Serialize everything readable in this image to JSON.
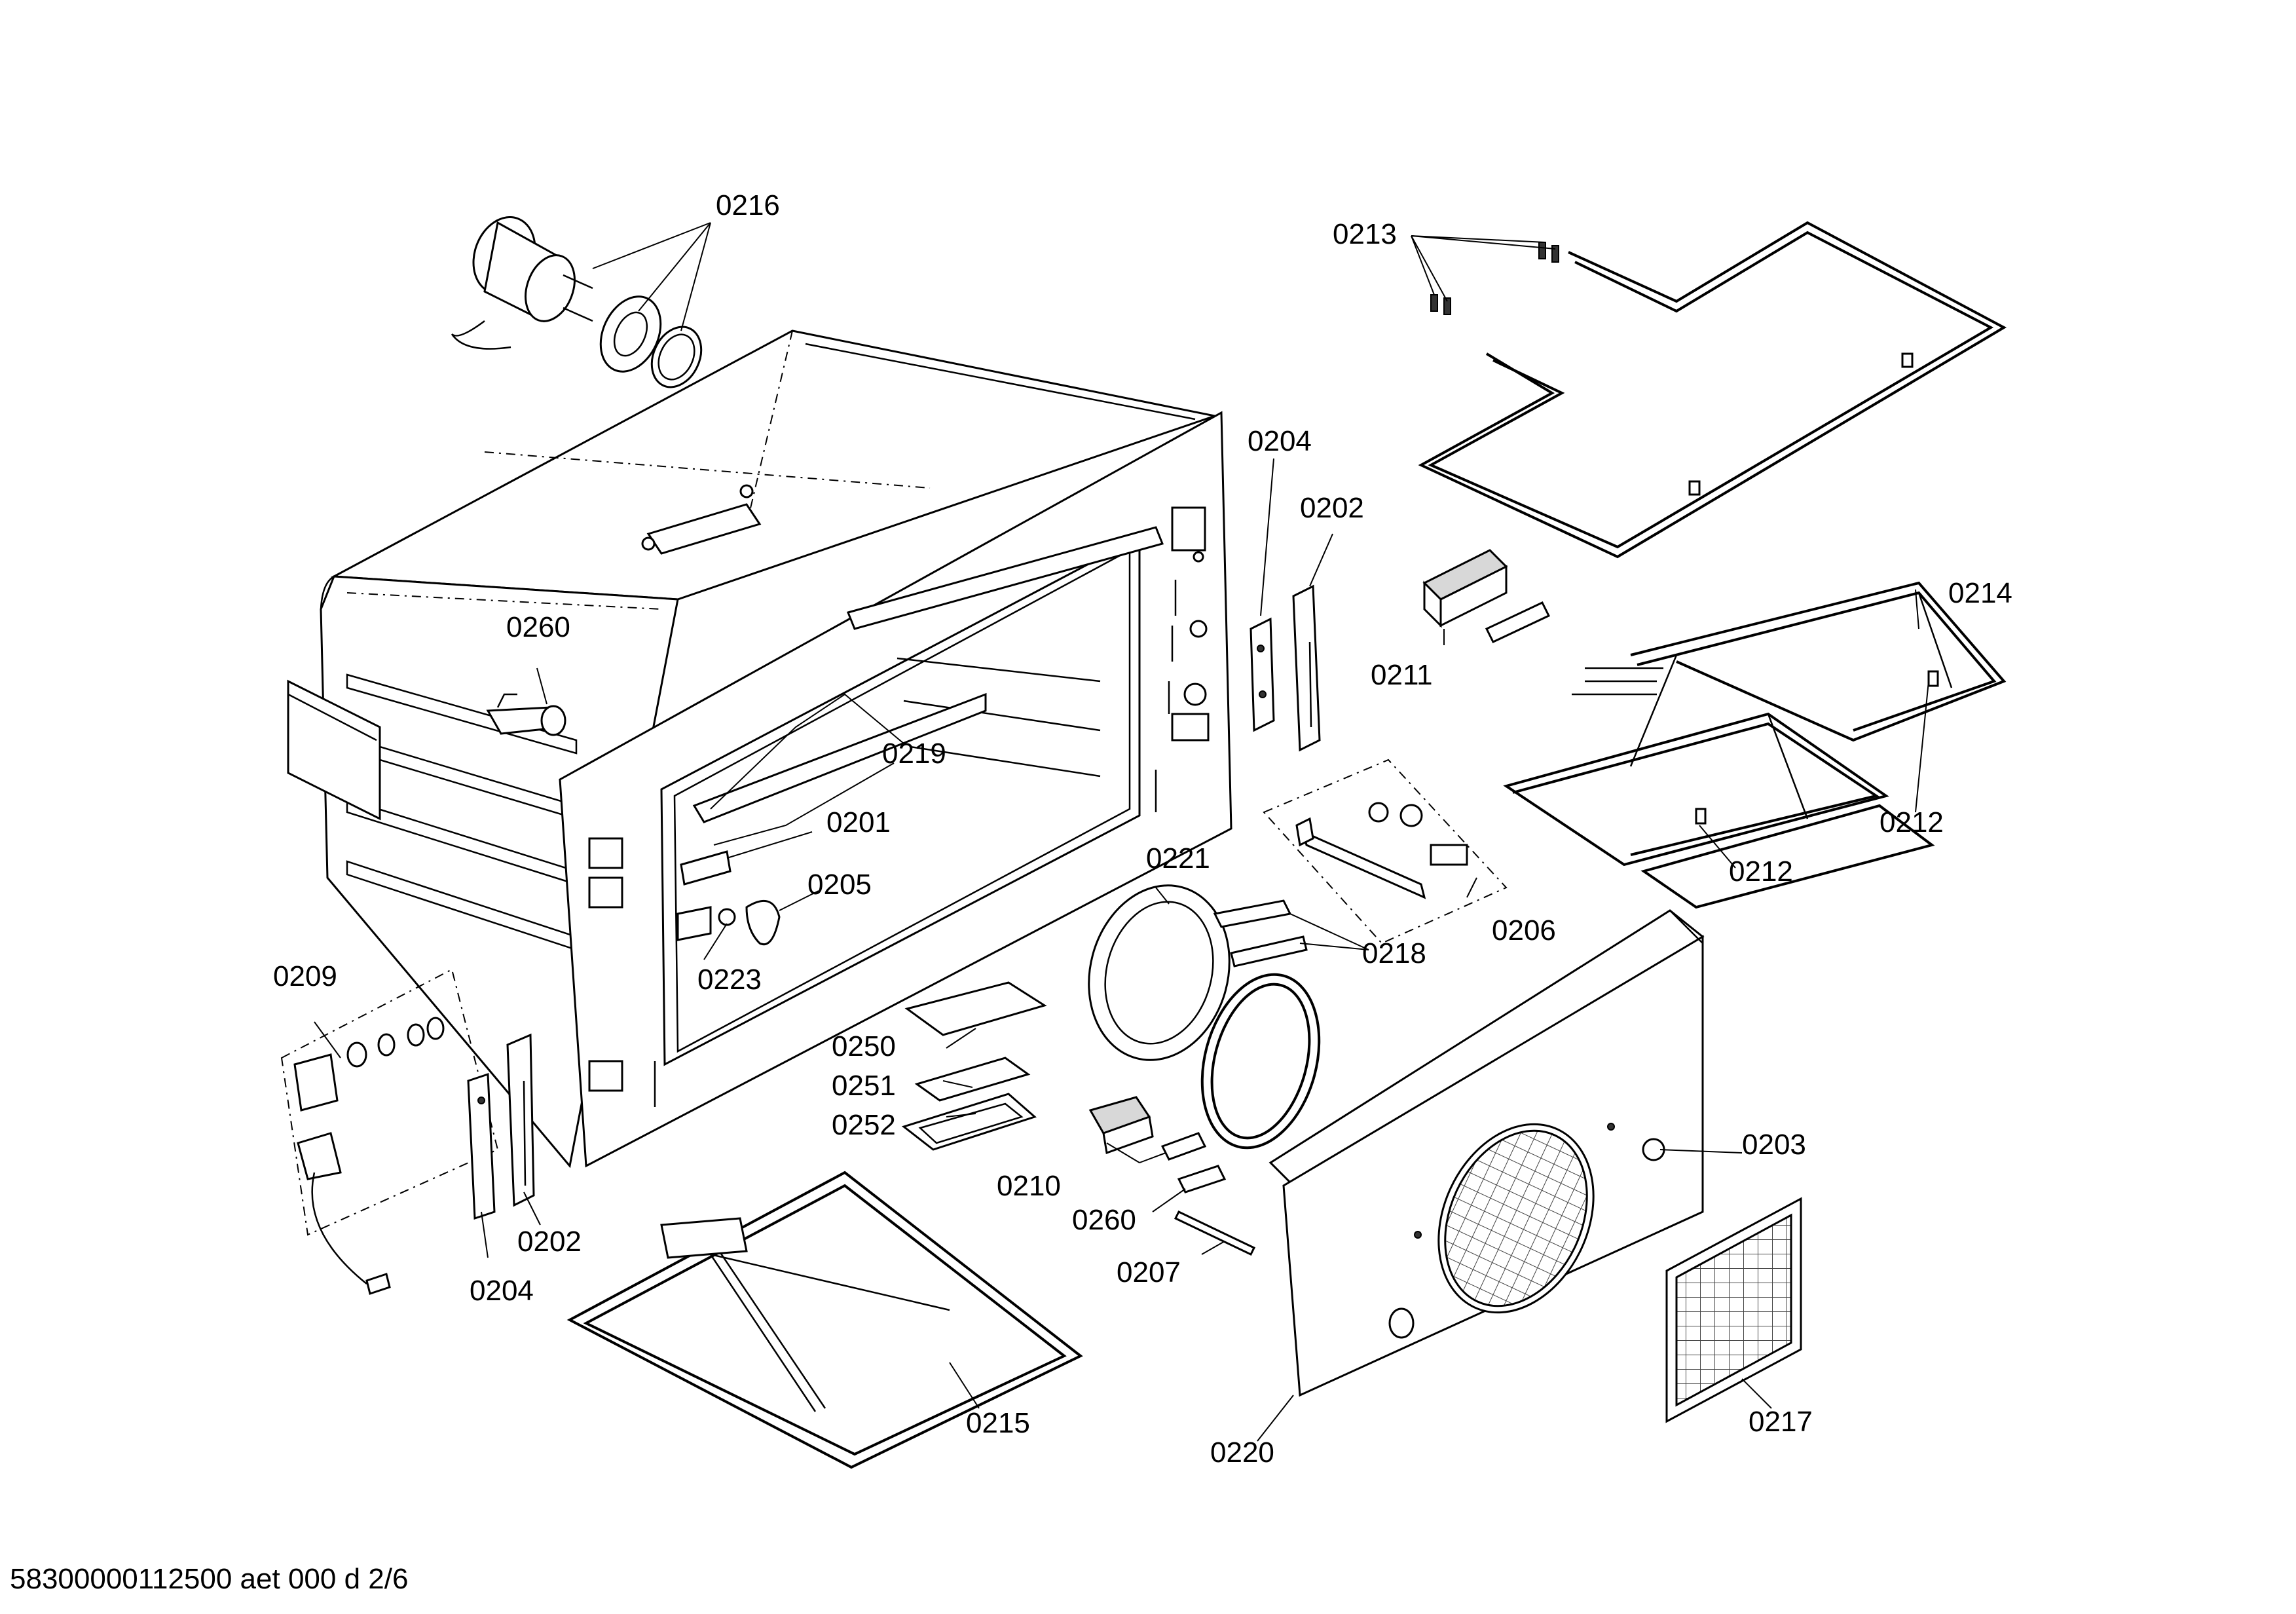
{
  "labels": {
    "l0216": "0216",
    "l0213": "0213",
    "l0204a": "0204",
    "l0202a": "0202",
    "l0214": "0214",
    "l0260a": "0260",
    "l0211": "0211",
    "l0219": "0219",
    "l0212a": "0212",
    "l0212b": "0212",
    "l0201": "0201",
    "l0205": "0205",
    "l0221": "0221",
    "l0206": "0206",
    "l0223": "0223",
    "l0218": "0218",
    "l0209": "0209",
    "l0250": "0250",
    "l0251": "0251",
    "l0252": "0252",
    "l0203": "0203",
    "l0210": "0210",
    "l0260b": "0260",
    "l0202b": "0202",
    "l0207": "0207",
    "l0204b": "0204",
    "l0215": "0215",
    "l0217": "0217",
    "l0220": "0220"
  },
  "footer": "58300000112500 aet 000 d 2/6"
}
